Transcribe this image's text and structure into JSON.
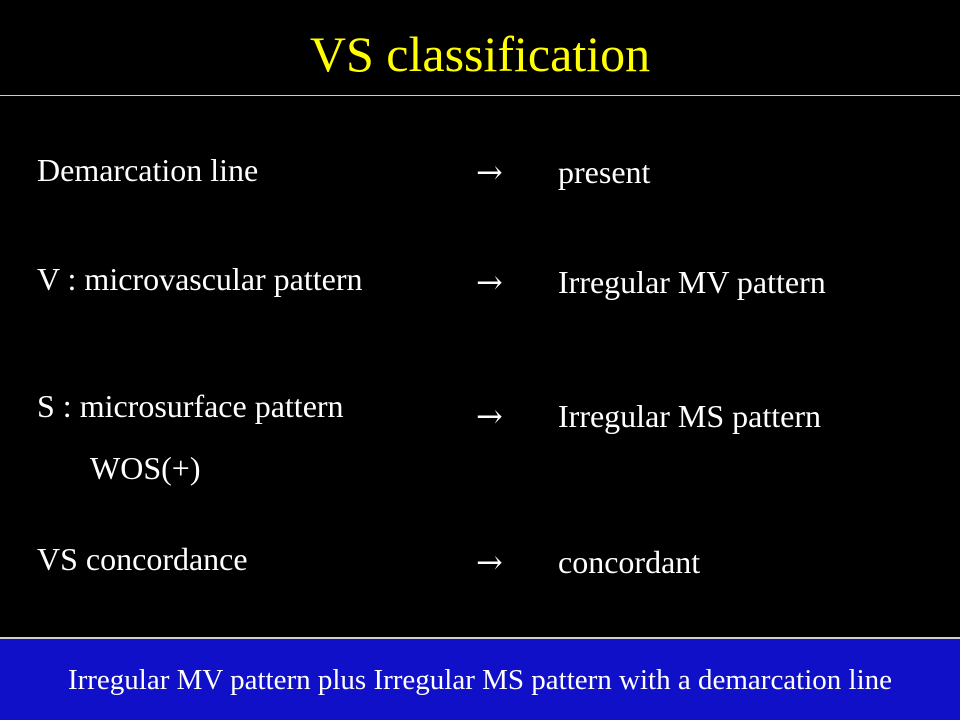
{
  "title": "VS classification",
  "rows": [
    {
      "label": "Demarcation line",
      "arrow": "→",
      "value": "present"
    },
    {
      "label": "V : microvascular pattern",
      "arrow": "→",
      "value": "Irregular MV pattern"
    },
    {
      "label": "S : microsurface pattern",
      "sublabel": "WOS(+)",
      "arrow": "→",
      "value": "Irregular MS pattern"
    },
    {
      "label": "VS concordance",
      "arrow": "→",
      "value": "concordant"
    }
  ],
  "footer": {
    "text": "Irregular MV pattern plus Irregular MS pattern with a demarcation line"
  },
  "colors": {
    "background": "#000000",
    "title": "#FFFF00",
    "text": "#FFFFFF",
    "footer_background": "#1010C8"
  }
}
